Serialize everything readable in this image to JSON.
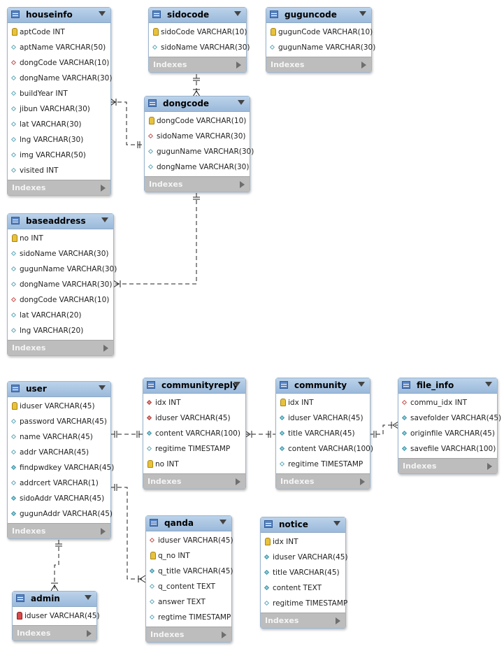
{
  "tables": {
    "houseinfo": {
      "name": "houseinfo",
      "footer": "Indexes",
      "columns": [
        {
          "text": "aptCode INT",
          "kind": "pk"
        },
        {
          "text": "aptName VARCHAR(50)",
          "kind": "col"
        },
        {
          "text": "dongCode VARCHAR(10)",
          "kind": "fk"
        },
        {
          "text": "dongName VARCHAR(30)",
          "kind": "col"
        },
        {
          "text": "buildYear INT",
          "kind": "col"
        },
        {
          "text": "jibun VARCHAR(30)",
          "kind": "col"
        },
        {
          "text": "lat VARCHAR(30)",
          "kind": "col"
        },
        {
          "text": "lng VARCHAR(30)",
          "kind": "col"
        },
        {
          "text": "img VARCHAR(50)",
          "kind": "col"
        },
        {
          "text": "visited INT",
          "kind": "col"
        }
      ]
    },
    "sidocode": {
      "name": "sidocode",
      "footer": "Indexes",
      "columns": [
        {
          "text": "sidoCode VARCHAR(10)",
          "kind": "pk"
        },
        {
          "text": "sidoName VARCHAR(30)",
          "kind": "col"
        }
      ]
    },
    "guguncode": {
      "name": "guguncode",
      "footer": "Indexes",
      "columns": [
        {
          "text": "gugunCode VARCHAR(10)",
          "kind": "pk"
        },
        {
          "text": "gugunName VARCHAR(30)",
          "kind": "col"
        }
      ]
    },
    "dongcode": {
      "name": "dongcode",
      "footer": "Indexes",
      "columns": [
        {
          "text": "dongCode VARCHAR(10)",
          "kind": "pk"
        },
        {
          "text": "sidoName VARCHAR(30)",
          "kind": "fk"
        },
        {
          "text": "gugunName VARCHAR(30)",
          "kind": "col"
        },
        {
          "text": "dongName VARCHAR(30)",
          "kind": "col"
        }
      ]
    },
    "baseaddress": {
      "name": "baseaddress",
      "footer": "Indexes",
      "columns": [
        {
          "text": "no INT",
          "kind": "pk"
        },
        {
          "text": "sidoName VARCHAR(30)",
          "kind": "col"
        },
        {
          "text": "gugunName VARCHAR(30)",
          "kind": "col"
        },
        {
          "text": "dongName VARCHAR(30)",
          "kind": "col"
        },
        {
          "text": "dongCode VARCHAR(10)",
          "kind": "fk"
        },
        {
          "text": "lat VARCHAR(20)",
          "kind": "col"
        },
        {
          "text": "lng VARCHAR(20)",
          "kind": "col"
        }
      ]
    },
    "user": {
      "name": "user",
      "footer": "Indexes",
      "columns": [
        {
          "text": "iduser VARCHAR(45)",
          "kind": "pk"
        },
        {
          "text": "password VARCHAR(45)",
          "kind": "col"
        },
        {
          "text": "name VARCHAR(45)",
          "kind": "col"
        },
        {
          "text": "addr VARCHAR(45)",
          "kind": "col"
        },
        {
          "text": "findpwdkey VARCHAR(45)",
          "kind": "nn"
        },
        {
          "text": "addrcert VARCHAR(1)",
          "kind": "col"
        },
        {
          "text": "sidoAddr VARCHAR(45)",
          "kind": "nn"
        },
        {
          "text": "gugunAddr VARCHAR(45)",
          "kind": "nn"
        }
      ]
    },
    "communityreply": {
      "name": "communityreply",
      "footer": "Indexes",
      "columns": [
        {
          "text": "idx INT",
          "kind": "fknn"
        },
        {
          "text": "iduser VARCHAR(45)",
          "kind": "fknn"
        },
        {
          "text": "content VARCHAR(100)",
          "kind": "nn"
        },
        {
          "text": "regitime TIMESTAMP",
          "kind": "col"
        },
        {
          "text": "no INT",
          "kind": "pk"
        }
      ]
    },
    "community": {
      "name": "community",
      "footer": "Indexes",
      "columns": [
        {
          "text": "idx INT",
          "kind": "pk"
        },
        {
          "text": "iduser VARCHAR(45)",
          "kind": "nn"
        },
        {
          "text": "title VARCHAR(45)",
          "kind": "nn"
        },
        {
          "text": "content VARCHAR(100)",
          "kind": "nn"
        },
        {
          "text": "regitime TIMESTAMP",
          "kind": "col"
        }
      ]
    },
    "file_info": {
      "name": "file_info",
      "footer": "Indexes",
      "columns": [
        {
          "text": "commu_idx INT",
          "kind": "fk"
        },
        {
          "text": "savefolder VARCHAR(45)",
          "kind": "nn"
        },
        {
          "text": "originfile VARCHAR(45)",
          "kind": "nn"
        },
        {
          "text": "savefile VARCHAR(100)",
          "kind": "nn"
        }
      ]
    },
    "admin": {
      "name": "admin",
      "footer": "Indexes",
      "columns": [
        {
          "text": "iduser VARCHAR(45)",
          "kind": "pkfk"
        }
      ]
    },
    "qanda": {
      "name": "qanda",
      "footer": "Indexes",
      "columns": [
        {
          "text": "iduser VARCHAR(45)",
          "kind": "fk"
        },
        {
          "text": "q_no INT",
          "kind": "pk"
        },
        {
          "text": "q_title VARCHAR(45)",
          "kind": "nn"
        },
        {
          "text": "q_content TEXT",
          "kind": "col"
        },
        {
          "text": "answer TEXT",
          "kind": "col"
        },
        {
          "text": "regtime TIMESTAMP",
          "kind": "col"
        }
      ]
    },
    "notice": {
      "name": "notice",
      "footer": "Indexes",
      "columns": [
        {
          "text": "idx INT",
          "kind": "pk"
        },
        {
          "text": "iduser VARCHAR(45)",
          "kind": "nn"
        },
        {
          "text": "title VARCHAR(45)",
          "kind": "nn"
        },
        {
          "text": "content TEXT",
          "kind": "nn"
        },
        {
          "text": "regitime TIMESTAMP",
          "kind": "col"
        }
      ]
    }
  },
  "colors": {
    "header": "#9ab9db",
    "footer": "#bdbdbd",
    "connector": "#222222"
  }
}
